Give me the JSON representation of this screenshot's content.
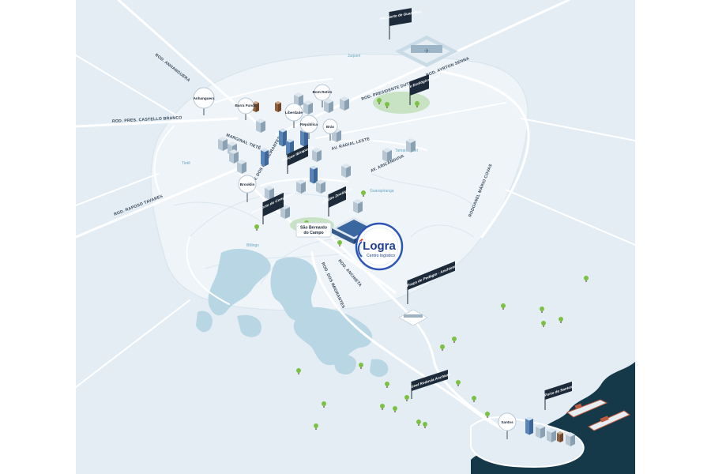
{
  "map": {
    "roads": [
      {
        "id": "anhanguera",
        "label": "ROD. ANHANGUERA"
      },
      {
        "id": "castello",
        "label": "ROD. PRES. CASTELLO BRANCO"
      },
      {
        "id": "raposo",
        "label": "ROD. RAPOSO TAVARES"
      },
      {
        "id": "dutra",
        "label": "ROD. PRESIDENTE DUTRA"
      },
      {
        "id": "ayrton",
        "label": "ROD. AYRTON SENNA"
      },
      {
        "id": "marginal-tiete",
        "label": "MARGINAL TIETÊ"
      },
      {
        "id": "bandeirantes",
        "label": "AV. DOS BANDEIRANTES"
      },
      {
        "id": "radial-leste",
        "label": "AV. RADIAL LESTE"
      },
      {
        "id": "aricanduva",
        "label": "AV. ARICANDUVA"
      },
      {
        "id": "mario-covas",
        "label": "RODOANEL MÁRIO COVAS"
      },
      {
        "id": "imigrantes",
        "label": "ROD. DOS IMIGRANTES"
      },
      {
        "id": "anchieta",
        "label": "ROD. ANCHIETA"
      }
    ],
    "rivers": [
      {
        "id": "juqueri",
        "label": "Juqueri"
      },
      {
        "id": "tiete",
        "label": "Tietê"
      },
      {
        "id": "tamanduatei",
        "label": "Tamanduateí"
      },
      {
        "id": "guarapiranga",
        "label": "Guarapiranga"
      },
      {
        "id": "billings",
        "label": "Billings"
      }
    ],
    "pins": [
      {
        "id": "anhanguera",
        "label": "Anhanguera"
      },
      {
        "id": "barra-funda",
        "label": "Barra Funda"
      },
      {
        "id": "liberdade",
        "label": "Liberdade"
      },
      {
        "id": "bom-retiro",
        "label": "Bom Retiro"
      },
      {
        "id": "republica",
        "label": "República"
      },
      {
        "id": "bras",
        "label": "Brás"
      },
      {
        "id": "brooklin",
        "label": "Brooklin"
      },
      {
        "id": "santos",
        "label": "Santos"
      }
    ],
    "flags": [
      {
        "id": "guarulhos",
        "label": "Aeroporto de Guarulhos"
      },
      {
        "id": "ecologico",
        "label": "Parque Ecológico Tietê"
      },
      {
        "id": "ibirapuera",
        "label": "Parque Ibirapuera"
      },
      {
        "id": "congonhas",
        "label": "Aeroporto de Congonhas"
      },
      {
        "id": "zoologico",
        "label": "Jardim Zoológico"
      },
      {
        "id": "pedagio",
        "label": "Praça de Pedágio - Anchieta"
      },
      {
        "id": "tunel",
        "label": "Túnel Rodovia Anchieta"
      },
      {
        "id": "porto",
        "label": "Porto de Santos"
      }
    ],
    "city_label": [
      "São Bernardo",
      "do Campo"
    ],
    "logo": {
      "title": "Logra",
      "subtitle": "Centro logístico"
    },
    "colors": {
      "land": "#e3edf3",
      "metro_area": "#eef4f8",
      "water": "#b9d6e4",
      "ocean": "#16394a",
      "road": "#ffffff",
      "logo_ring": "#2d55b5",
      "logo_text": "#1f3f8f",
      "flag": "#1d2a3a",
      "tree": "#7cc242"
    }
  }
}
